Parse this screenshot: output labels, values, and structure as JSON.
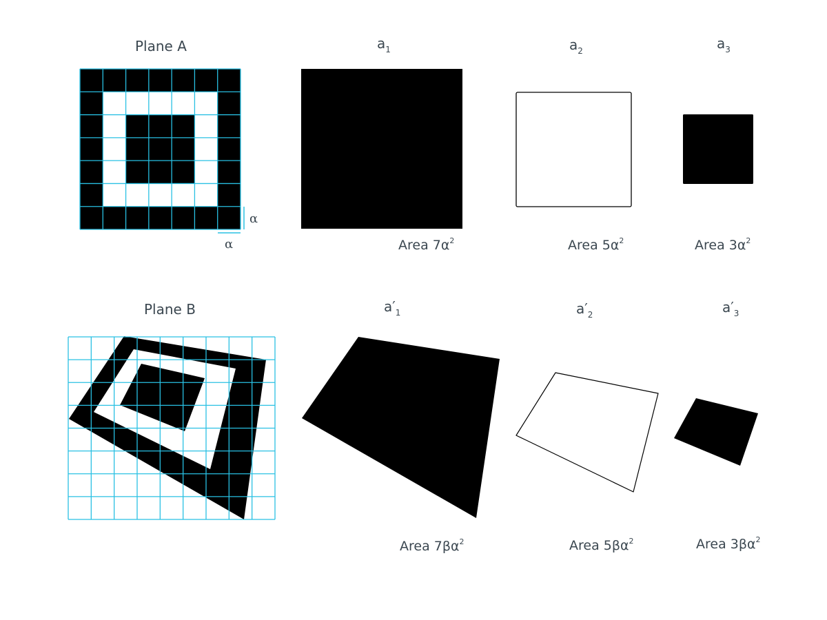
{
  "plane_a": {
    "title": "Plane A",
    "alpha_vertical": "α",
    "alpha_horizontal": "α"
  },
  "plane_b": {
    "title": "Plane B"
  },
  "shapes_a": [
    {
      "name": "a",
      "sub": "1",
      "area": "Area  7α",
      "exp": "2"
    },
    {
      "name": "a",
      "sub": "2",
      "area": "Area  5α",
      "exp": "2"
    },
    {
      "name": "a",
      "sub": "3",
      "area": "Area  3α",
      "exp": "2"
    }
  ],
  "shapes_b": [
    {
      "name": "a′",
      "sub": "1",
      "area": "Area  7βα",
      "exp": "2"
    },
    {
      "name": "a′",
      "sub": "2",
      "area": "Area  5βα",
      "exp": "2"
    },
    {
      "name": "a′",
      "sub": "3",
      "area": "Area  3βα",
      "exp": "2"
    }
  ],
  "colors": {
    "grid": "#29c0e3",
    "fill": "#000000",
    "text": "#3b4750",
    "alpha_marker": "#29c0e3"
  }
}
